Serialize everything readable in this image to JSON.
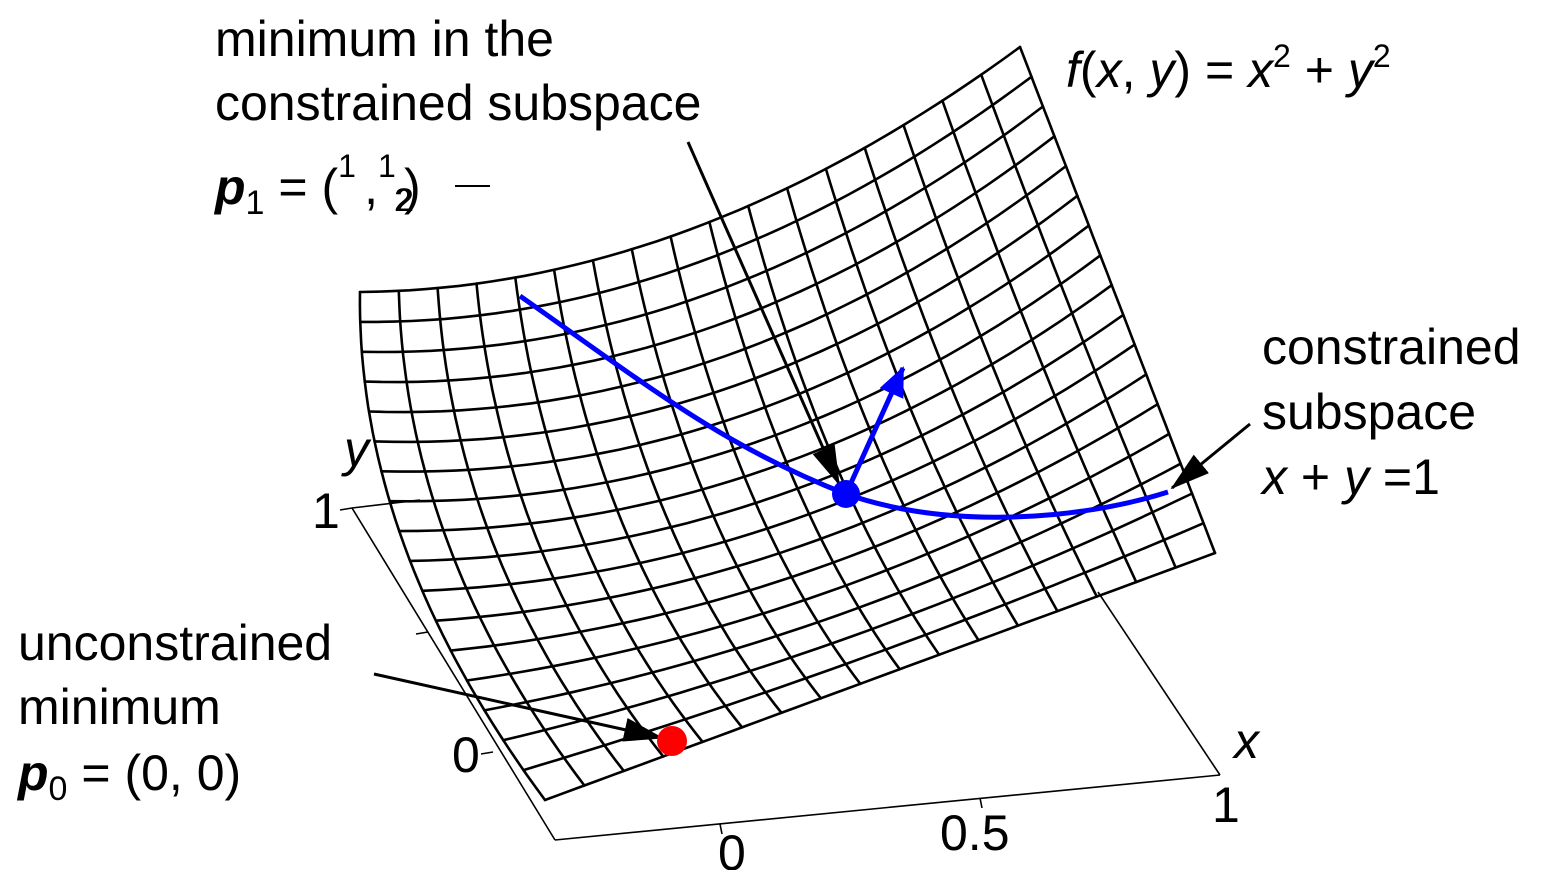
{
  "formula": {
    "f": "f",
    "paren_open": "(",
    "x": "x",
    "comma": ",",
    "y": "y",
    "paren_close": ")",
    "eq": "=",
    "x2": "x",
    "exp1": "2",
    "plus": "+",
    "y2": "y",
    "exp2": "2"
  },
  "labels": {
    "min_constrained_line1": "minimum in the",
    "min_constrained_line2": "constrained subspace",
    "p1_name": "p",
    "p1_sub": "1",
    "p1_eq": "= (",
    "p1_num1": "1",
    "p1_den1": "2",
    "p1_num2": "1",
    "p1_den2": "2",
    "p1_comma": ",",
    "p1_close": ")",
    "subspace_line1": "constrained",
    "subspace_line2": "subspace",
    "subspace_x": "x",
    "subspace_plus": " + ",
    "subspace_y": "y",
    "subspace_eq": " =1",
    "unconstrained_line1": "unconstrained",
    "unconstrained_line2": "minimum",
    "p0_name": "p",
    "p0_sub": "0",
    "p0_value": " = (0, 0)"
  },
  "axes": {
    "y_label": "y",
    "x_label": "x",
    "y_ticks": [
      "1",
      "0"
    ],
    "x_ticks": [
      "0",
      "0.5",
      "1"
    ]
  },
  "colors": {
    "mesh": "#000000",
    "constraint_curve": "#0000ff",
    "constrained_min": "#0000ff",
    "unconstrained_min": "#ff0000",
    "annotation_arrow": "#000000"
  }
}
